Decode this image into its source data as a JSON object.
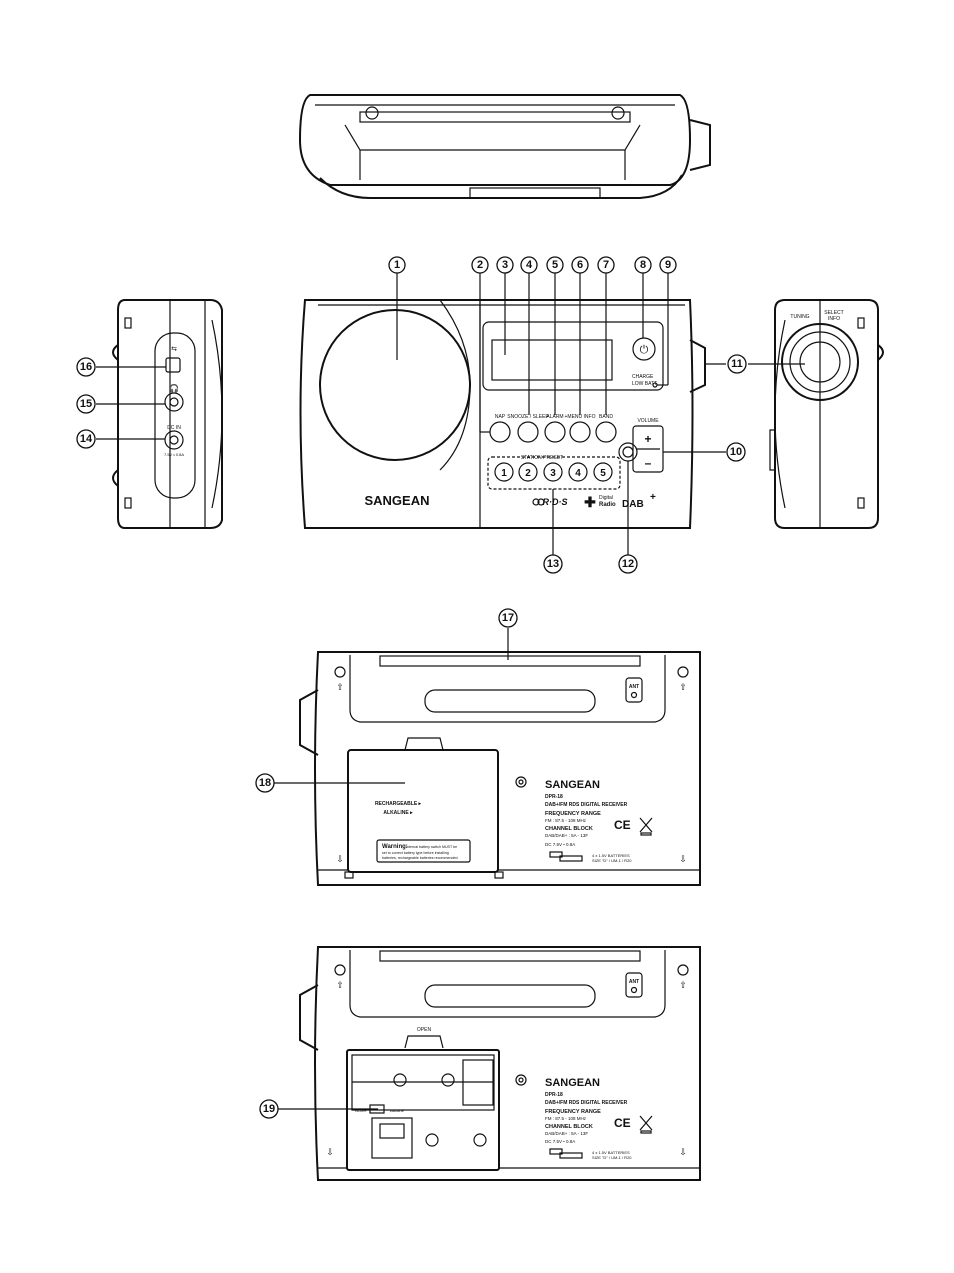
{
  "brand": "SANGEAN",
  "front": {
    "buttons": [
      "NAP",
      "SNOOZE / SLEEP",
      "ALARM",
      "+MENU INFO",
      "BAND"
    ],
    "charge": "CHARGE",
    "low_batt": "LOW BATT",
    "volume": "VOLUME",
    "plus": "+",
    "minus": "–",
    "station_preset": "STATION PRESET",
    "presets": [
      "1",
      "2",
      "3",
      "4",
      "5"
    ],
    "rds": "R·D·S",
    "digital": "Digital",
    "radio": "Radio",
    "dab": "DAB",
    "dab_plus": "+"
  },
  "left_side": {
    "dc_in": "DC IN",
    "rating": "7.5V ⏓ 0.8A"
  },
  "right_side": {
    "tuning": "TUNING",
    "select": "SELECT",
    "info": "INFO"
  },
  "back": {
    "ant": "ANT",
    "model": "DPR-18",
    "desc": "DAB+/FM RDS DIGITAL RECEIVER",
    "freq_title": "FREQUENCY RANGE",
    "freq": "FM : 87.5 - 108 MHz",
    "chan_title": "CHANNEL BLOCK",
    "chan": "DAB/DAB+ : 5A - 13F",
    "dc": "DC 7.5V ⏓ 0.8A",
    "batteries": "4 x 1.5V BATTERIES",
    "size": "SIZE \"D\" / UM-1 / R20",
    "ce": "CE",
    "rechargeable": "RECHARGEABLE ▸",
    "alkaline": "ALKALINE ▸",
    "warning_title": "Warning:",
    "warning_l1": "Internal battery switch MUST be",
    "warning_l2": "set to correct battery type before installing",
    "warning_l3": "batteries, rechargeable batteries recommended.",
    "open": "OPEN",
    "ni_mh": "Ni-MH",
    "alkaline2": "Alkaline"
  },
  "callouts": [
    "1",
    "2",
    "3",
    "4",
    "5",
    "6",
    "7",
    "8",
    "9",
    "10",
    "11",
    "12",
    "13",
    "14",
    "15",
    "16",
    "17",
    "18",
    "19"
  ]
}
